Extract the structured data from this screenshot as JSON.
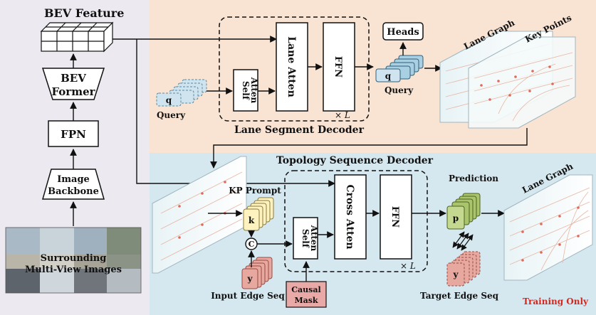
{
  "labels": {
    "bev_feature": "BEV Feature",
    "bev_former_1": "BEV",
    "bev_former_2": "Former",
    "fpn": "FPN",
    "image_backbone_1": "Image",
    "image_backbone_2": "Backbone",
    "multiview_1": "Surrounding",
    "multiview_2": "Multi-View Images",
    "query_left": "Query",
    "q_token": "q",
    "self_atten_1": "Self",
    "self_atten_2": "Atten",
    "lane_atten": "Lane Atten",
    "ffn": "FFN",
    "xl_top": "× L",
    "lane_segment_decoder": "Lane Segment Decoder",
    "heads": "Heads",
    "query_right": "Query",
    "lane_graph_top": "Lane Graph",
    "key_points": "Key Points",
    "topology_sequence_decoder": "Topology Sequence Decoder",
    "kp_prompt": "KP Prompt",
    "k_token": "k",
    "concat": "C",
    "y_token": "y",
    "input_edge_seq": "Input Edge Seq",
    "causal_mask_1": "Causal",
    "causal_mask_2": "Mask",
    "cross_atten": "Cross Atten",
    "ffn_bottom": "FFN",
    "xl_bottom": "× L",
    "prediction": "Prediction",
    "p_token": "p",
    "y_target": "y",
    "target_edge_seq": "Target Edge Seq",
    "lane_graph_bottom": "Lane Graph",
    "training_only": "Training Only"
  },
  "colors": {
    "left_panel_bg": "#ece9f1",
    "top_panel_bg": "#f9e3d3",
    "bottom_panel_bg": "#d6e8ef",
    "query_fill": "#cfe4ef",
    "k_fill": "#fdf2c0",
    "p_fill": "#c4d88f",
    "y_fill": "#e7a8a0",
    "causal_fill": "#e9a9a6",
    "training_only": "#d8261c"
  }
}
